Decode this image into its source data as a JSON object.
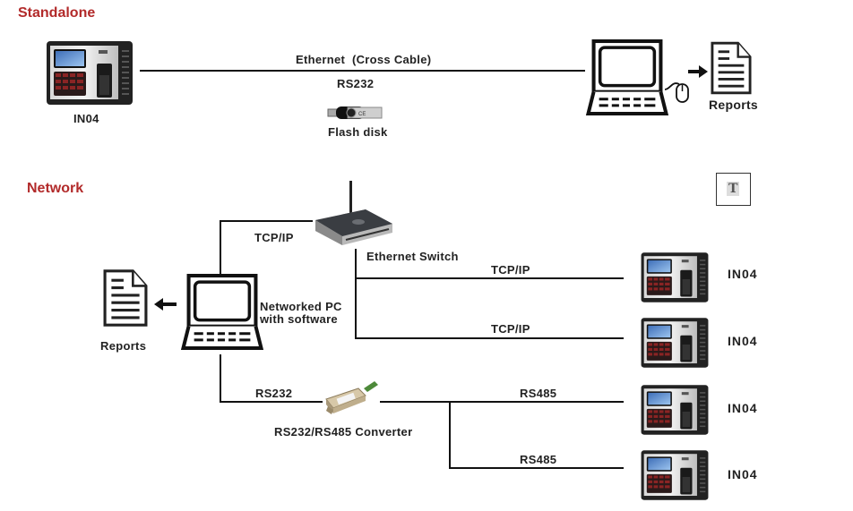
{
  "sections": {
    "standalone": {
      "title": "Standalone",
      "color": "#b22a2a"
    },
    "network": {
      "title": "Network",
      "color": "#b22a2a"
    }
  },
  "standalone": {
    "device_label": "IN04",
    "link_labels": {
      "ethernet": "Ethernet  (Cross Cable)",
      "rs232": "RS232",
      "flash": "Flash disk"
    },
    "reports_label": "Reports"
  },
  "network": {
    "reports_label": "Reports",
    "pc_label_line1": "Networked PC",
    "pc_label_line2": "with software",
    "switch_label": "Ethernet Switch",
    "pc_switch_link": "TCP/IP",
    "converter_label": "RS232/RS485 Converter",
    "pc_converter_link": "RS232",
    "devices": [
      {
        "label": "IN04",
        "link": "TCP/IP"
      },
      {
        "label": "IN04",
        "link": "TCP/IP"
      },
      {
        "label": "IN04",
        "link": "RS485"
      },
      {
        "label": "IN04",
        "link": "RS485"
      }
    ]
  },
  "overlay": {
    "text_cursor_glyph": "T"
  },
  "icons": {
    "terminal": "fingerprint-terminal-icon",
    "pc": "computer-icon",
    "mouse": "mouse-icon",
    "report": "document-icon",
    "router": "router-icon",
    "flash": "usb-flash-icon",
    "converter": "serial-converter-icon",
    "arrow": "arrow-icon"
  }
}
